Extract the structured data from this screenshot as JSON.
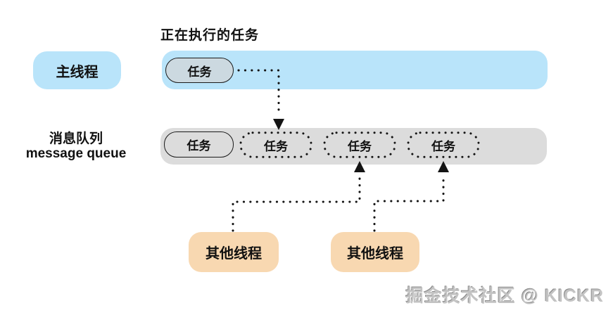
{
  "diagram": {
    "title": "正在执行的任务",
    "main_thread": {
      "label": "主线程",
      "running_task": "任务"
    },
    "message_queue": {
      "label_zh": "消息队列",
      "label_en": "message queue",
      "tasks": [
        "任务",
        "任务",
        "任务",
        "任务"
      ]
    },
    "other_threads": {
      "left_label": "其他线程",
      "right_label": "其他线程"
    },
    "watermark": "掘金技术社区 @ KICKR",
    "colors": {
      "thread_bar_blue": "#b9e4fa",
      "queue_bar_gray": "#dcdcdc",
      "running_task_fill": "#ccd9e0",
      "other_thread_fill": "#f8d8b1",
      "connector_line": "#141414",
      "watermark_gray": "#c3c3c3"
    }
  }
}
